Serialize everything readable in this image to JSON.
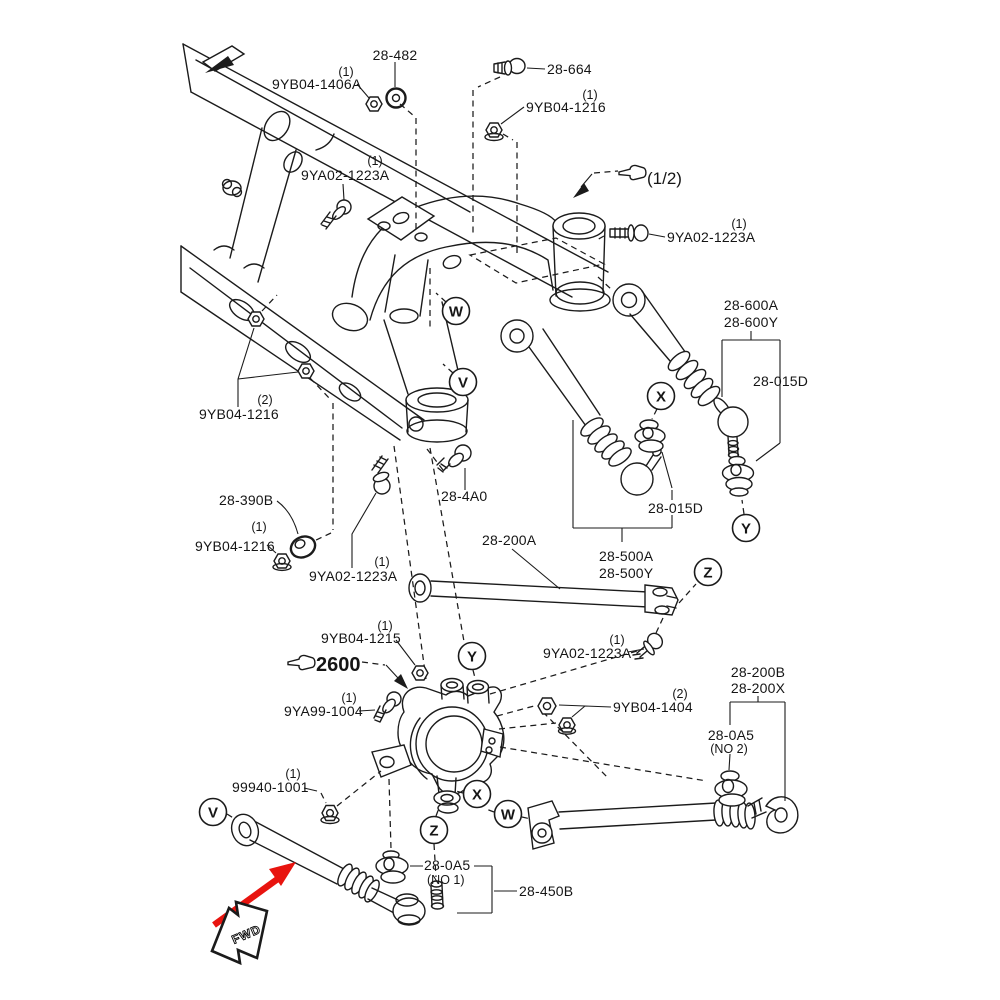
{
  "figure": {
    "type": "exploded-parts-diagram",
    "subject": "rear suspension lateral links and knuckle",
    "ink_color": "#1b1b1b",
    "accent_red": "#e8140f"
  },
  "labels": {
    "p28482": {
      "text": "28-482"
    },
    "p9yb04_1406a": {
      "qty": "(1)",
      "text": "9YB04-1406A"
    },
    "p28664": {
      "text": "28-664"
    },
    "p9yb04_1216_top": {
      "qty": "(1)",
      "text": "9YB04-1216"
    },
    "p9ya02_1223a_tl": {
      "qty": "(1)",
      "text": "9YA02-1223A"
    },
    "note_half": {
      "text": "(1/2)"
    },
    "p9ya02_1223a_r": {
      "qty": "(1)",
      "text": "9YA02-1223A"
    },
    "p28600a": {
      "text": "28-600A"
    },
    "p28600y": {
      "text": "28-600Y"
    },
    "p28015d_right": {
      "text": "28-015D"
    },
    "p9yb04_1216_mid": {
      "qty": "(2)",
      "text": "9YB04-1216"
    },
    "p28390b": {
      "text": "28-390B"
    },
    "p9yb04_1216_low": {
      "qty": "(1)",
      "text": "9YB04-1216"
    },
    "p9ya02_1223a_c": {
      "qty": "(1)",
      "text": "9YA02-1223A"
    },
    "p284a0": {
      "text": "28-4A0"
    },
    "p28200a": {
      "text": "28-200A"
    },
    "p28500a": {
      "text": "28-500A"
    },
    "p28500y": {
      "text": "28-500Y"
    },
    "p28015d_center": {
      "text": "28-015D"
    },
    "p9ya02_1223a_m": {
      "qty": "(1)",
      "text": "9YA02-1223A"
    },
    "p9yb04_1215": {
      "qty": "(1)",
      "text": "9YB04-1215"
    },
    "note_2600": {
      "text": "2600"
    },
    "p9ya99_1004": {
      "qty": "(1)",
      "text": "9YA99-1004"
    },
    "p9yb04_1404": {
      "qty": "(2)",
      "text": "9YB04-1404"
    },
    "p28200b": {
      "text": "28-200B"
    },
    "p28200x": {
      "text": "28-200X"
    },
    "p280a5_no2": {
      "text": "28-0A5",
      "sub": "(NO 2)"
    },
    "p99940_1001": {
      "qty": "(1)",
      "text": "99940-1001"
    },
    "p280a5_no1": {
      "text": "28-0A5",
      "sub": "(NO 1)"
    },
    "p28450b": {
      "text": "28-450B"
    },
    "fwd": {
      "text": "FWD"
    }
  },
  "balloons": {
    "W": "W",
    "V": "V",
    "X": "X",
    "Y": "Y",
    "Z": "Z"
  }
}
